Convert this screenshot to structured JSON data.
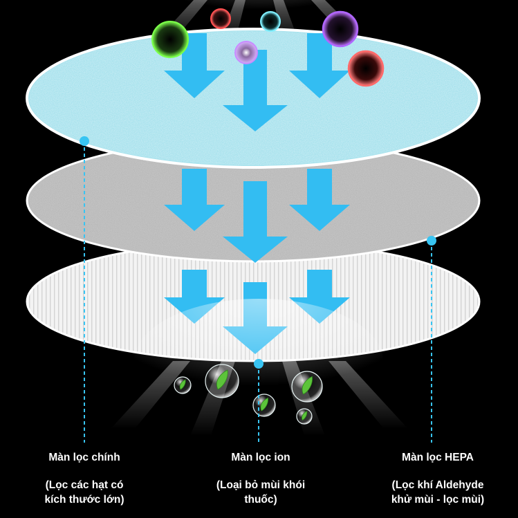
{
  "colors": {
    "background": "#000000",
    "arrow": "#33bdf2",
    "leader": "#38c4f2",
    "top_filter": "#a8e3ee",
    "mid_filter": "#bdbdbd",
    "bottom_filter": "#f2f2f2",
    "label_text": "#ffffff"
  },
  "layers": [
    {
      "name": "top-filter",
      "texture": "speckled-blue"
    },
    {
      "name": "middle-filter",
      "texture": "speckled-grey"
    },
    {
      "name": "bottom-filter",
      "texture": "pleated-white"
    }
  ],
  "icons": {
    "pollutants": [
      "green-particle-icon",
      "red-particle-icon",
      "cyan-particle-icon",
      "purple-particle-icon",
      "violet-particle-icon",
      "dark-red-particle-icon"
    ],
    "clean_air": [
      "leaf-bubble-icon"
    ]
  },
  "labels": [
    {
      "id": "main",
      "title": "Màn lọc chính",
      "desc_line1": "(Lọc các hạt có",
      "desc_line2": "kích thước lớn)"
    },
    {
      "id": "ion",
      "title": "Màn lọc ion",
      "desc_line1": "(Loại bỏ mùi khói",
      "desc_line2": "thuốc)"
    },
    {
      "id": "hepa",
      "title": "Màn lọc HEPA",
      "desc_line1": "(Lọc khí Aldehyde",
      "desc_line2": "khử mùi - lọc mùi)"
    }
  ]
}
